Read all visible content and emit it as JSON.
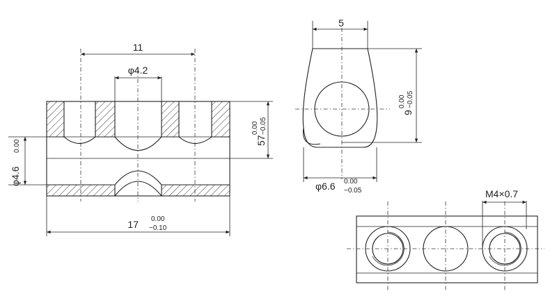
{
  "front_view": {
    "dim_pitch": "11",
    "dim_bore": "φ4.2",
    "dim_total_length": "17",
    "dim_total_length_tol_upper": "0.00",
    "dim_total_length_tol_lower": "−0.10",
    "dim_left_bore": "φ4.6",
    "dim_left_bore_tol": "0.00",
    "dim_height": "57",
    "dim_height_tol_upper": "0.00",
    "dim_height_tol_lower": "−0.05"
  },
  "side_view": {
    "dim_width": "5",
    "dim_height": "9",
    "dim_height_tol_upper": "0.00",
    "dim_height_tol_lower": "−0.05",
    "dim_diameter": "φ6.6",
    "dim_diameter_tol_upper": "0.00",
    "dim_diameter_tol_lower": "−0.05"
  },
  "top_view": {
    "thread_label": "M4×0.7"
  }
}
